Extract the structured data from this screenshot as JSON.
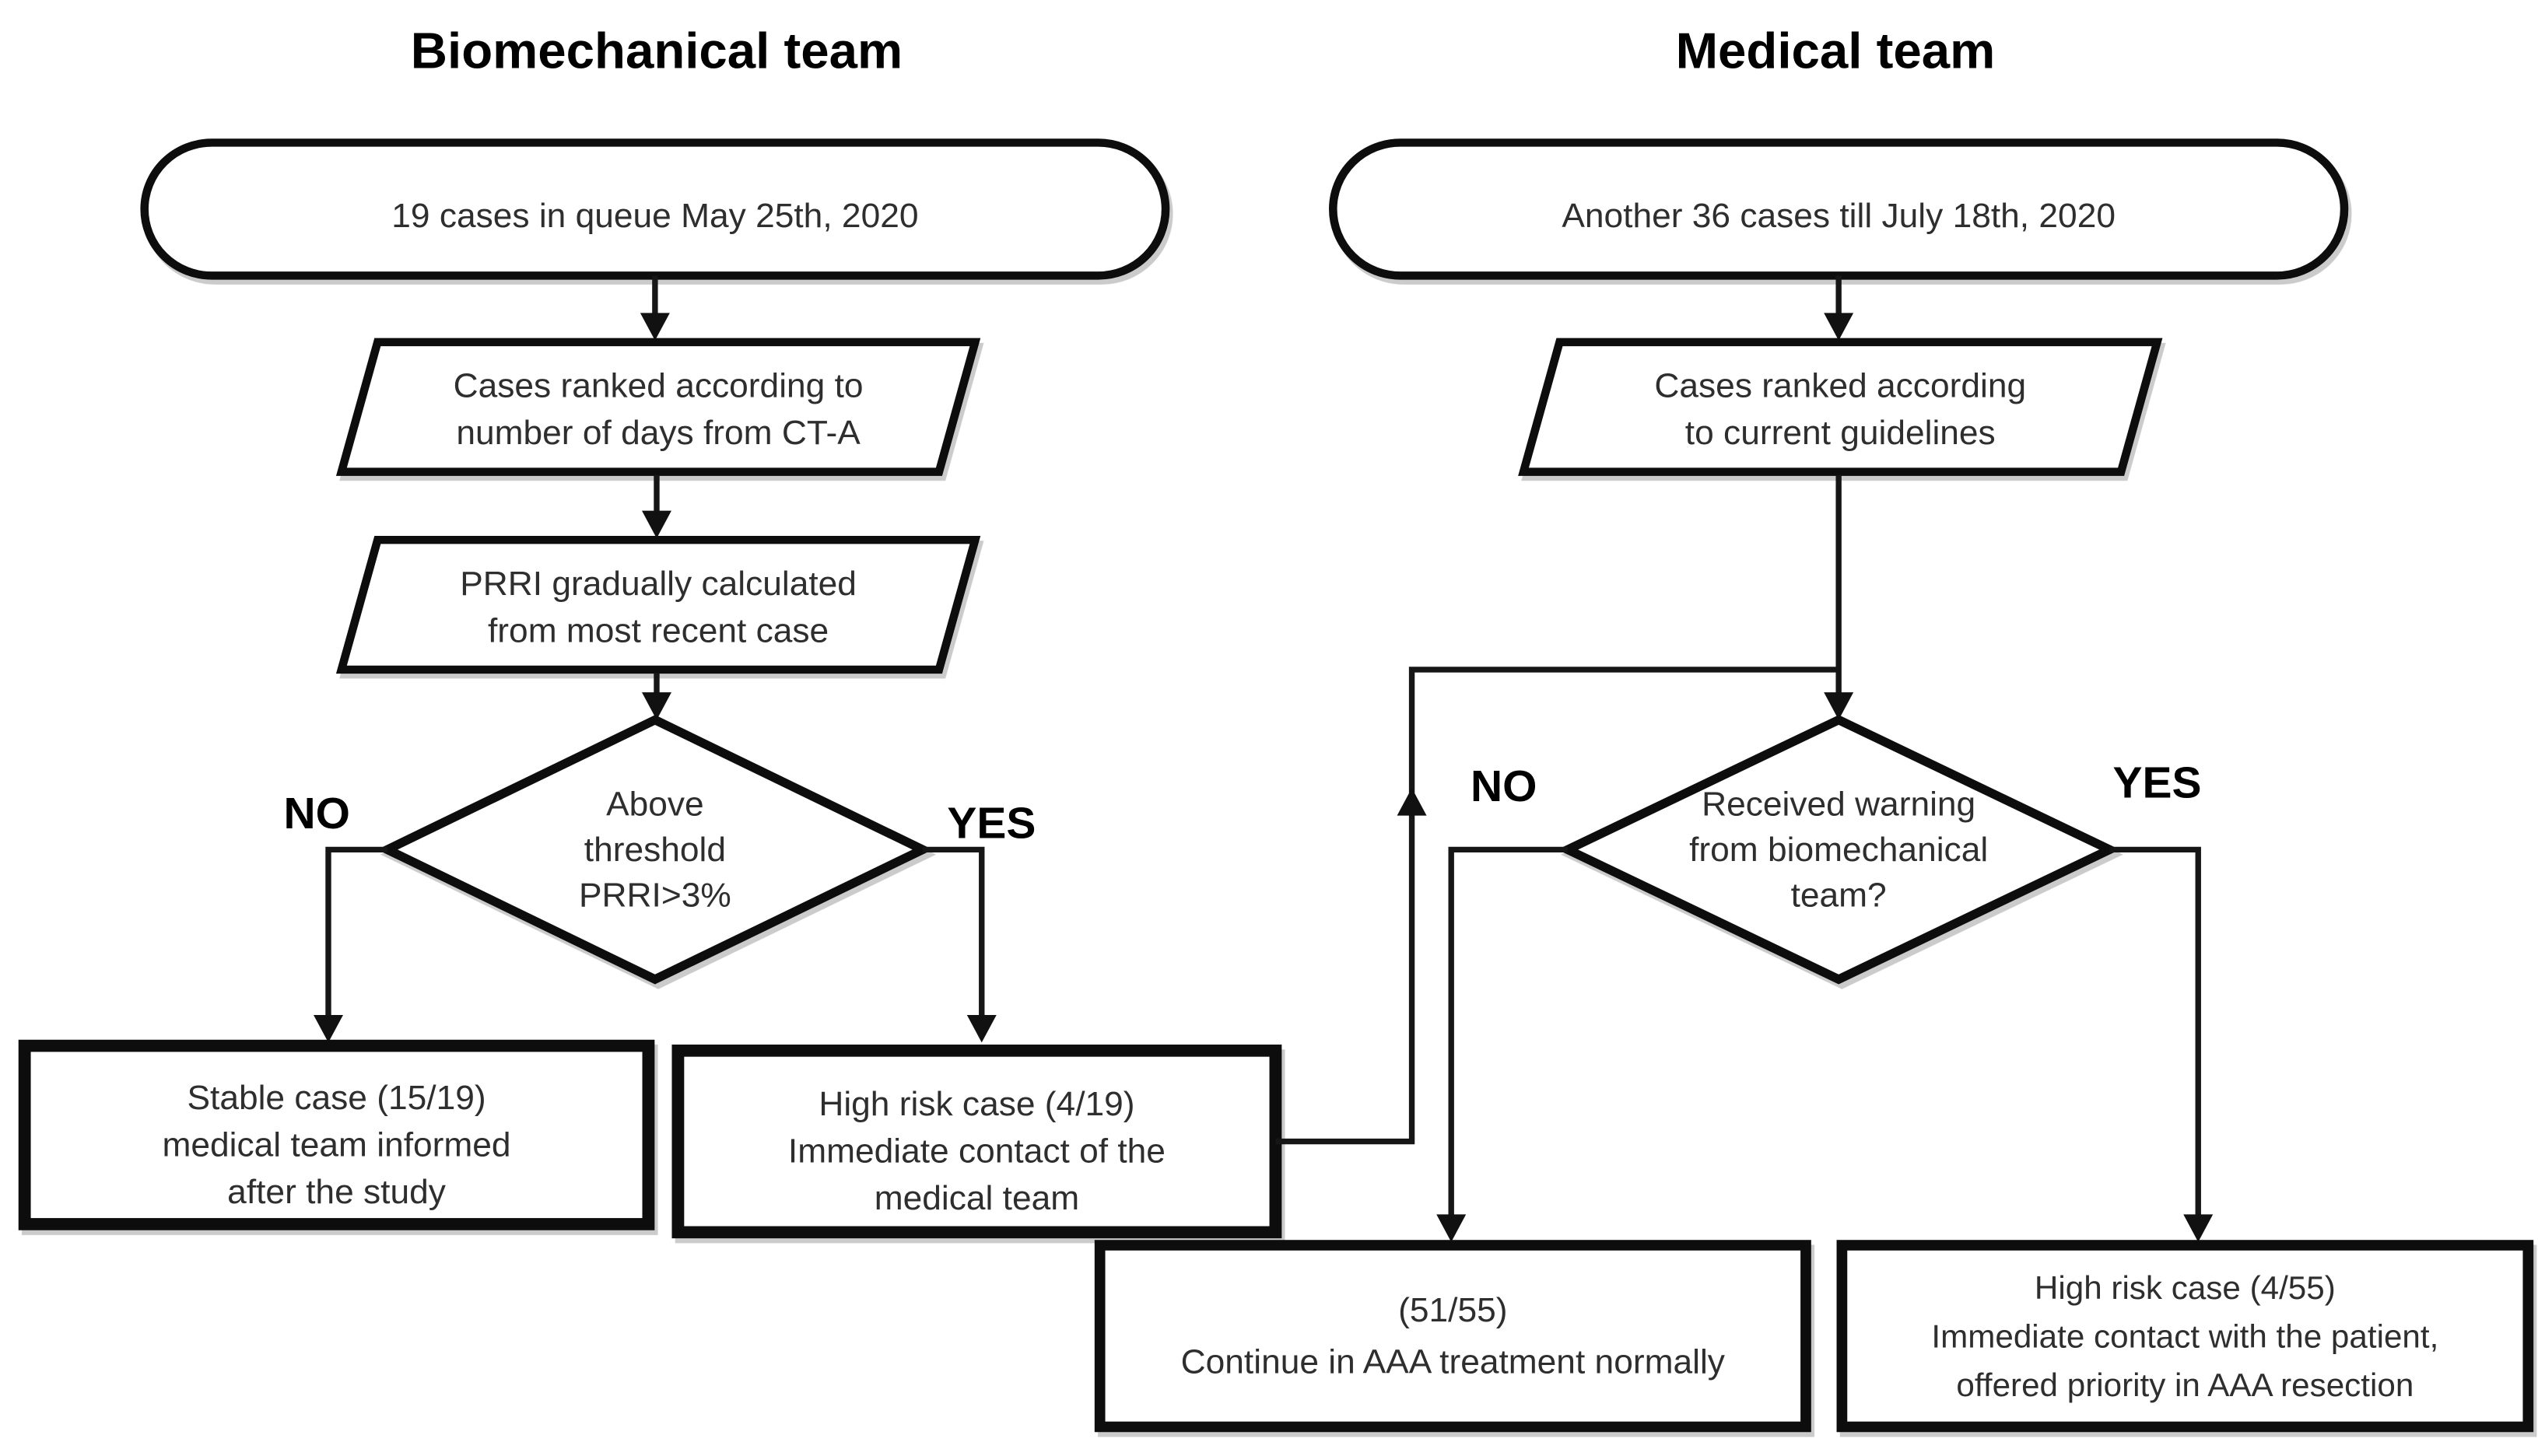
{
  "flow": {
    "left": {
      "title": "Biomechanical team",
      "start": "19 cases in queue May 25th, 2020",
      "rank": [
        "Cases ranked according to",
        "number of days from CT-A"
      ],
      "prri": [
        "PRRI gradually calculated",
        "from most recent case"
      ],
      "decision": [
        "Above",
        "threshold",
        "PRRI>3%"
      ],
      "no_label": "NO",
      "yes_label": "YES",
      "stable_box": [
        "Stable case (15/19)",
        "medical team informed",
        "after the study"
      ],
      "highrisk_box": [
        "High risk case (4/19)",
        "Immediate contact of the",
        "medical team"
      ]
    },
    "right": {
      "title": "Medical team",
      "start": "Another 36 cases till July 18th, 2020",
      "rank": [
        "Cases ranked according",
        "to current guidelines"
      ],
      "decision": [
        "Received warning",
        "from biomechanical",
        "team?"
      ],
      "no_label": "NO",
      "yes_label": "YES",
      "continue_box": [
        "(51/55)",
        "Continue in AAA treatment normally"
      ],
      "highrisk_box": [
        "High risk case (4/55)",
        "Immediate contact with the patient,",
        "offered priority in AAA resection"
      ]
    }
  },
  "colors": {
    "ink": "#111111",
    "shape_border": "#0d0d0d",
    "background": "#ffffff"
  }
}
